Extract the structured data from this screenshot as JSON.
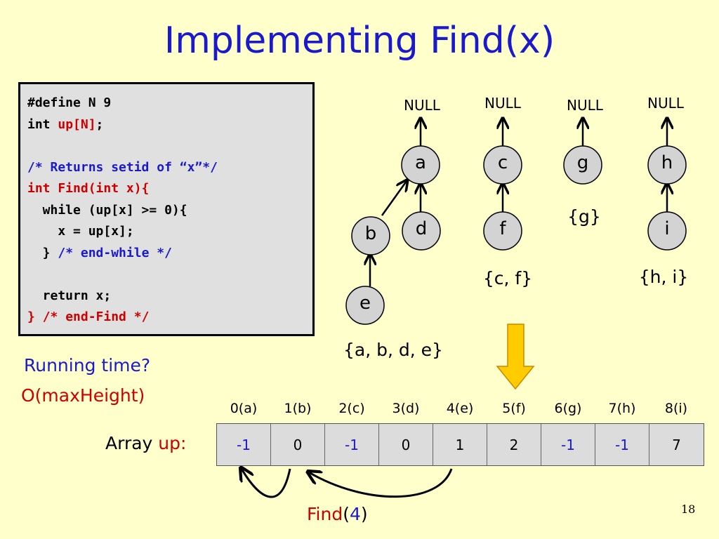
{
  "slide": {
    "title": "Implementing Find(x)",
    "page_number": "18"
  },
  "code": {
    "l1": "#define N 9",
    "l2_a": "int ",
    "l2_b": "up[N]",
    "l2_c": ";",
    "l4": "/* Returns setid of “x”*/",
    "l5": "int Find(int x){",
    "l6": "  while (up[x] >= 0){",
    "l7": "    x = up[x];",
    "l8_a": "  } ",
    "l8_b": "/* end-while */",
    "l10": "  return x;",
    "l11_a": "} ",
    "l11_b": "/* end-Find */"
  },
  "tree": {
    "null_label": "NULL",
    "nodes": {
      "a": "a",
      "b": "b",
      "c": "c",
      "d": "d",
      "e": "e",
      "f": "f",
      "g": "g",
      "h": "h",
      "i": "i"
    },
    "sets": {
      "abde": "{a, b, d, e}",
      "cf": "{c, f}",
      "g": "{g}",
      "hi": "{h, i}"
    }
  },
  "running_time": {
    "question": "Running time?",
    "answer": "O(maxHeight)"
  },
  "array": {
    "label_prefix": "Array ",
    "label_name": "up:",
    "indices": [
      "0(a)",
      "1(b)",
      "2(c)",
      "3(d)",
      "4(e)",
      "5(f)",
      "6(g)",
      "7(h)",
      "8(i)"
    ],
    "values": [
      "-1",
      "0",
      "-1",
      "0",
      "1",
      "2",
      "-1",
      "-1",
      "7"
    ]
  },
  "find_call": {
    "name": "Find",
    "open": "(",
    "arg": "4",
    "close": ")"
  },
  "colors": {
    "background": "#ffffcc",
    "title_blue": "#1a1acc",
    "code_red": "#cc0000",
    "node_fill": "#d3d3d3",
    "arrow_yellow": "#ffcc00"
  }
}
